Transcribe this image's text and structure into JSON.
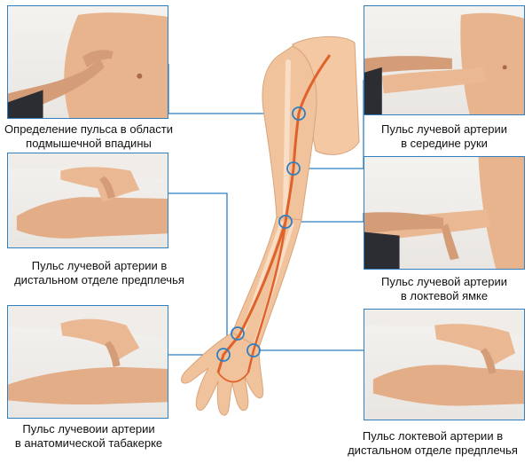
{
  "figures": [
    {
      "id": "axillary",
      "lines": [
        "Определение пульса в области",
        "подмышечной впадины"
      ]
    },
    {
      "id": "mid-arm",
      "lines": [
        "Пульс лучевой артерии",
        "в середине руки"
      ]
    },
    {
      "id": "distal-forearm-radial",
      "lines": [
        "Пульс лучевой артерии в",
        "дистальном отделе предплечья"
      ]
    },
    {
      "id": "cubital-fossa",
      "lines": [
        "Пульс лучевой артерии",
        "в локтевой ямке"
      ]
    },
    {
      "id": "snuffbox",
      "lines": [
        "Пульс лучевоии артерии",
        "в анатомической табакерке"
      ]
    },
    {
      "id": "distal-forearm-ulnar",
      "lines": [
        "Пульс локтевой артерии в",
        "дистальном отделе предплечья"
      ]
    }
  ],
  "colors": {
    "frame": "#2f7fc1",
    "artery": "#e0622b",
    "skin": "#f1c39c",
    "marker": "#2f7fc1"
  }
}
